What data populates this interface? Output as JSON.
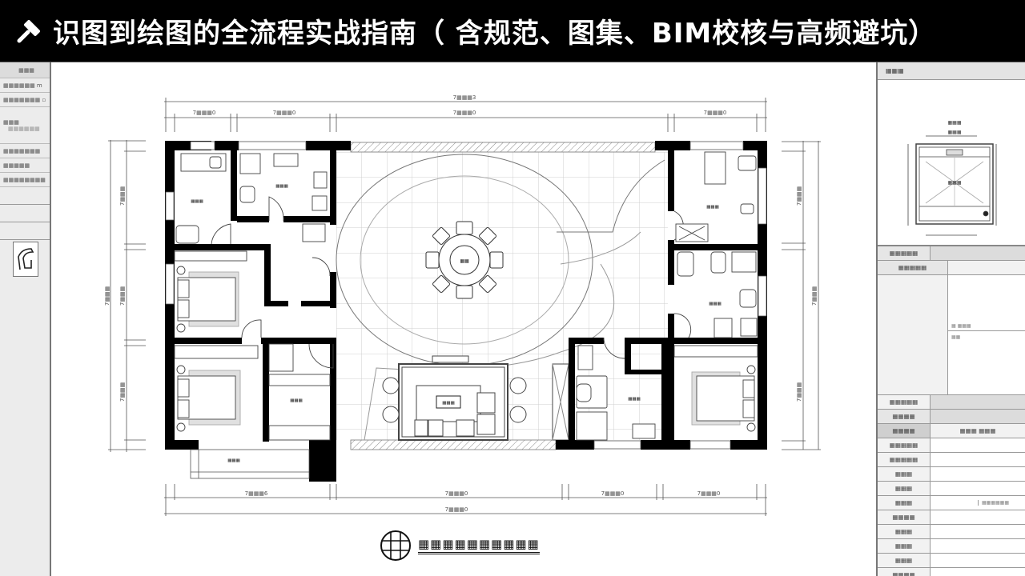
{
  "header": {
    "icon": "pin-icon",
    "title": "识图到绘图的全流程实战指南（ 含规范、图集、BIM校核与高频避坑）"
  },
  "left_panel": {
    "header": "▦▦▦",
    "rows": [
      "▦▦▦▦▦▦ m",
      "▦▦▦▦▦▦▦ ▫",
      "▦▦▦▦",
      "▦▦▦▦▦▦▦",
      "▦▦▦▦▦",
      "▦▦▦▦▦▦▦▦",
      "",
      "",
      ""
    ],
    "tall_row_line1": "▦▦▦",
    "tall_row_line2": "▦▦▦▦▦▦",
    "logo_icon": "drafting-logo-icon"
  },
  "plan": {
    "top_dims": {
      "overall": "7▦▦▦3",
      "sub_overall": "7▦▦▦0",
      "left_1": "7▦▦▦0",
      "left_2": "7▦▦▦0",
      "right": "7▦▦▦0"
    },
    "bottom_dims": {
      "left": "7▦▦▦6",
      "mid": "7▦▦▦0",
      "mid_right": "7▦▦▦0",
      "right": "7▦▦▦0",
      "overall": "7▦▦▦0"
    },
    "left_dims": {
      "top": "7▦▦▦",
      "mid": "7▦▦▦",
      "bottom": "7▦▦▦",
      "overall": "7▦▦▦"
    },
    "right_dims": {
      "top": "7▦▦▦",
      "bottom": "7▦▦▦",
      "overall": "7▦▦▦"
    },
    "rooms": {
      "bath_nw": "▦▦▦",
      "kitchen": "▦▦▦",
      "dining": "▦▦",
      "room_ne": "▦▦▦",
      "bath_e": "▦▦▦",
      "bath_s": "▦▦▦",
      "living": "▦▦▦",
      "room_sw_small": "▦▦▦",
      "balcony": "▦▦▦"
    }
  },
  "footer": {
    "logo_icon": "globe-grid-icon",
    "text": "▦▦▦▦▦▦▦▦▦▦"
  },
  "right_panel": {
    "header": "▦▦▦",
    "detail": {
      "title": "▦▦▦",
      "room_label": "▦▦▦",
      "top_dim": "▦▦▦"
    },
    "section_1": {
      "key": "▦▦▦▦▦",
      "value": ""
    },
    "section_2": {
      "key": "▦▦▦▦▦",
      "value": ""
    },
    "block_note_1": "▦ ▦▦▦",
    "block_note_2": "▦▦",
    "rows": [
      {
        "key": "▦▦▦▦▦",
        "value": "",
        "style": "grey"
      },
      {
        "key": "▦▦▦▦",
        "value": "",
        "style": "grey"
      },
      {
        "key": "▦▦▦▦",
        "value": "▦▦▦ ▦▦▦",
        "style": "keydark"
      },
      {
        "key": "▦▦▦▦▦",
        "value": ""
      },
      {
        "key": "▦▦▦▦▦",
        "value": ""
      },
      {
        "key": "▦▦▦",
        "value": ""
      },
      {
        "key": "▦▦▦",
        "value": ""
      },
      {
        "key": "▦▦▦",
        "value": "▦▦▦▦▦▦"
      },
      {
        "key": "▦▦▦▦",
        "value": ""
      },
      {
        "key": "▦▦▦",
        "value": ""
      },
      {
        "key": "▦▦▦",
        "value": ""
      },
      {
        "key": "▦▦▦",
        "value": ""
      },
      {
        "key": "▦▦▦▦",
        "value": ""
      },
      {
        "key": "▦▦▦",
        "value": ""
      }
    ]
  },
  "colors": {
    "title_bg": "#000000",
    "title_fg": "#ffffff",
    "wall": "#000000",
    "grid": "#cfcfcf",
    "panel_bg": "#ececec"
  }
}
